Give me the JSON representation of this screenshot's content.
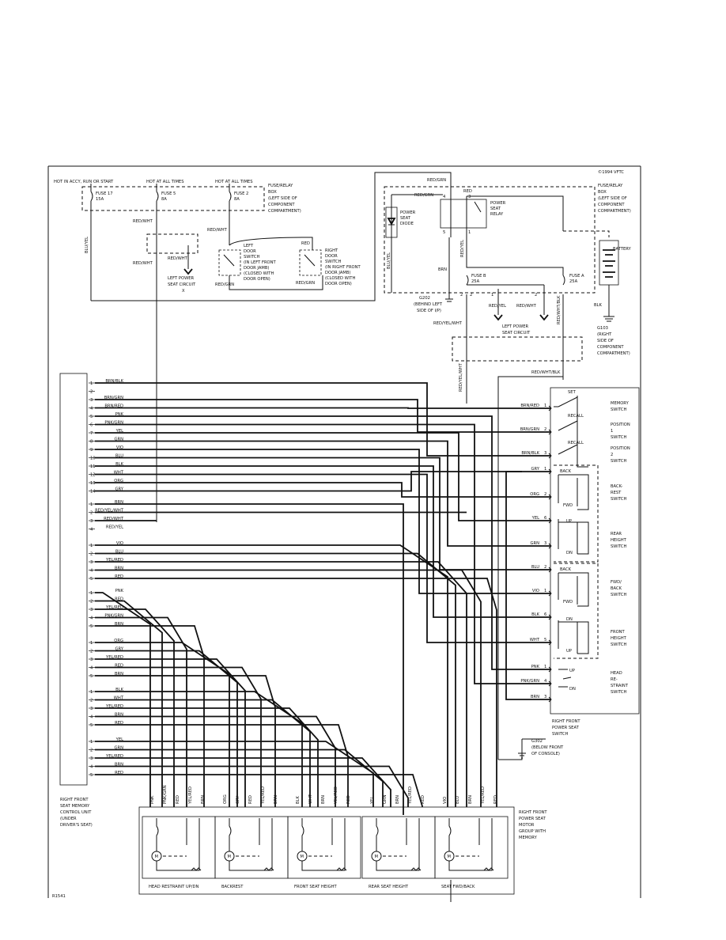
{
  "labels": {
    "hot_accy": "HOT IN ACCY, RUN OR START",
    "hot_all_1": "HOT AT ALL TIMES",
    "hot_all_2": "HOT AT ALL TIMES",
    "copyright": "©1994 VFTC",
    "fuse17": "FUSE 17",
    "fuse17_rating": "15A",
    "fuse5": "FUSE 5",
    "fuse5_rating": "8A",
    "fuse2": "FUSE 2",
    "fuse2_rating": "8A",
    "fuse_relay_box_1": [
      "FUSE/RELAY",
      "BOX",
      "(LEFT SIDE OF",
      "COMPONENT",
      "COMPARTMENT)"
    ],
    "fuse_relay_box_2": [
      "FUSE/RELAY",
      "BOX",
      "(LEFT SIDE OF",
      "COMPONENT",
      "COMPARTMENT)"
    ],
    "left_door_switch": [
      "LEFT",
      "DOOR",
      "SWITCH",
      "(IN LEFT FRONT",
      "DOOR JAMB)",
      "(CLOSED WITH",
      "DOOR OPEN)"
    ],
    "right_door_switch": [
      "RIGHT",
      "DOOR",
      "SWITCH",
      "(IN RIGHT FRONT",
      "DOOR JAMB)",
      "(CLOSED WITH",
      "DOOR OPEN)"
    ],
    "left_power_seat_circuit_1": [
      "LEFT POWER",
      "SEAT CIRCUIT",
      "X"
    ],
    "left_power_seat_circuit_2": [
      "LEFT POWER",
      "SEAT CIRCUIT"
    ],
    "power_seat_diode": [
      "POWER",
      "SEAT",
      "DIODE"
    ],
    "power_seat_relay": [
      "POWER",
      "SEAT",
      "RELAY"
    ],
    "battery": "BATTERY",
    "fuse_b": "FUSE B",
    "fuse_b_rating": "25A",
    "fuse_a": "FUSE A",
    "fuse_a_rating": "25A",
    "g202_top": [
      "G202",
      "(BEHIND LEFT",
      "SIDE OF I/P)"
    ],
    "g103": [
      "G103",
      "(RIGHT",
      "SIDE OF",
      "COMPONENT",
      "COMPARTMENT)"
    ],
    "g302": [
      "G302",
      "(BELOW FRONT",
      "OF CONSOLE)"
    ],
    "control_unit": [
      "RIGHT FRONT",
      "SEAT MEMORY",
      "CONTROL UNIT",
      "(UNDER",
      "DRIVER'S SEAT)"
    ],
    "seat_switch": [
      "RIGHT FRONT",
      "POWER SEAT",
      "SWITCH"
    ],
    "motor_group": [
      "RIGHT FRONT",
      "POWER SEAT",
      "MOTOR",
      "GROUP WITH",
      "MEMORY"
    ],
    "memory_switch": [
      "MEMORY",
      "SWITCH"
    ],
    "position1_switch": [
      "POSITION",
      "1",
      "SWITCH"
    ],
    "position2_switch": [
      "POSITION",
      "2",
      "SWITCH"
    ],
    "backrest_switch": [
      "BACK-",
      "REST",
      "SWITCH"
    ],
    "rear_height_switch": [
      "REAR",
      "HEIGHT",
      "SWITCH"
    ],
    "fwd_back_switch": [
      "FWD/",
      "BACK",
      "SWITCH"
    ],
    "front_height_switch": [
      "FRONT",
      "HEIGHT",
      "SWITCH"
    ],
    "head_restraint_switch": [
      "HEAD",
      "RE-",
      "STRAINT",
      "SWITCH"
    ],
    "set": "SET",
    "recall": "RECALL",
    "back": "BACK",
    "fwd": "FWD",
    "up": "UP",
    "dn": "DN",
    "footnote": "R1541"
  },
  "wires_top": {
    "red_grn": "RED/GRN",
    "red_grn_2": "RED/GRN",
    "red_grn_3": "RED/GRN",
    "red_grn_4": "RED/GRN",
    "red": "RED",
    "red_2": "RED",
    "red_wht_1": "RED/WHT",
    "red_wht_2": "RED/WHT",
    "red_wht_3": "RED/WHT",
    "red_wht_4": "RED/WHT",
    "red_wht_5": "RED/WHT",
    "blu_yel_1": "BLU/YEL",
    "blu_yel_2": "BLU/YEL",
    "red_yel_1": "RED/YEL",
    "red_yel_2": "RED/YEL",
    "red_yel_wht": "RED/YEL/WHT",
    "red_yel_wht_2": "RED/YEL/WHT",
    "red_wht_blk": "RED/WHT/BLK",
    "red_wht_blk_2": "RED/WHT/BLK",
    "brn": "BRN",
    "blk": "BLK"
  },
  "connector_groups": [
    {
      "rows": [
        {
          "pin": "1",
          "color": "BRN/BLK"
        },
        {
          "pin": "2",
          "color": ""
        },
        {
          "pin": "3",
          "color": "BRN/GRN"
        },
        {
          "pin": "4",
          "color": "BRN/RED"
        },
        {
          "pin": "5",
          "color": "PNK"
        },
        {
          "pin": "6",
          "color": "PNK/GRN"
        },
        {
          "pin": "7",
          "color": "YEL"
        },
        {
          "pin": "8",
          "color": "GRN"
        },
        {
          "pin": "9",
          "color": "VIO"
        },
        {
          "pin": "10",
          "color": "BLU"
        },
        {
          "pin": "11",
          "color": "BLK"
        },
        {
          "pin": "12",
          "color": "WHT"
        },
        {
          "pin": "13",
          "color": "ORG"
        },
        {
          "pin": "14",
          "color": "GRY"
        }
      ]
    },
    {
      "rows": [
        {
          "pin": "1",
          "color": "BRN"
        },
        {
          "pin": "2",
          "color": "RED/YEL/WHT"
        },
        {
          "pin": "3",
          "color": "RED/WHT"
        },
        {
          "pin": "4",
          "color": "RED/YEL"
        }
      ]
    },
    {
      "rows": [
        {
          "pin": "1",
          "color": "VIO"
        },
        {
          "pin": "2",
          "color": "BLU"
        },
        {
          "pin": "3",
          "color": "YEL/RED"
        },
        {
          "pin": "4",
          "color": "BRN"
        },
        {
          "pin": "5",
          "color": "RED"
        }
      ]
    },
    {
      "rows": [
        {
          "pin": "1",
          "color": "PNK"
        },
        {
          "pin": "2",
          "color": "RED"
        },
        {
          "pin": "3",
          "color": "YEL/RED"
        },
        {
          "pin": "4",
          "color": "PNK/GRN"
        },
        {
          "pin": "5",
          "color": "BRN"
        }
      ]
    },
    {
      "rows": [
        {
          "pin": "1",
          "color": "ORG"
        },
        {
          "pin": "2",
          "color": "GRY"
        },
        {
          "pin": "3",
          "color": "YEL/RED"
        },
        {
          "pin": "4",
          "color": "RED"
        },
        {
          "pin": "5",
          "color": "BRN"
        }
      ]
    },
    {
      "rows": [
        {
          "pin": "1",
          "color": "BLK"
        },
        {
          "pin": "2",
          "color": "WHT"
        },
        {
          "pin": "3",
          "color": "YEL/RED"
        },
        {
          "pin": "4",
          "color": "BRN"
        },
        {
          "pin": "5",
          "color": "RED"
        }
      ]
    },
    {
      "rows": [
        {
          "pin": "1",
          "color": "YEL"
        },
        {
          "pin": "2",
          "color": "GRN"
        },
        {
          "pin": "3",
          "color": "YEL/RED"
        },
        {
          "pin": "4",
          "color": "BRN"
        },
        {
          "pin": "5",
          "color": "RED"
        }
      ]
    }
  ],
  "switch_pins": [
    {
      "color": "BRN/RED",
      "pin": "1"
    },
    {
      "color": "BRN/GRN",
      "pin": "2"
    },
    {
      "color": "BRN/BLK",
      "pin": "3"
    },
    {
      "color": "GRY",
      "pin": "1"
    },
    {
      "color": "ORG",
      "pin": "2"
    },
    {
      "color": "YEL",
      "pin": "6"
    },
    {
      "color": "GRN",
      "pin": "3"
    },
    {
      "color": "BLU",
      "pin": "2"
    },
    {
      "color": "VIO",
      "pin": "1"
    },
    {
      "color": "BLK",
      "pin": "6"
    },
    {
      "color": "WHT",
      "pin": "5"
    },
    {
      "color": "PNK",
      "pin": "1"
    },
    {
      "color": "PNK/GRN",
      "pin": "4"
    },
    {
      "color": "BRN",
      "pin": "3"
    }
  ],
  "motors": [
    {
      "label": "HEAD RESTRAINT UP/DN",
      "wires": [
        "PNK",
        "PNK/GRN",
        "RED",
        "YEL/RED",
        "BRN"
      ]
    },
    {
      "label": "BACKREST",
      "wires": [
        "ORG",
        "GRY",
        "RED",
        "YEL/RED",
        "BRN"
      ]
    },
    {
      "label": "FRONT SEAT HEIGHT",
      "wires": [
        "BLK",
        "WHT",
        "BRN",
        "YEL/RED",
        "RED"
      ]
    },
    {
      "label": "REAR SEAT HEIGHT",
      "wires": [
        "YEL",
        "GRN",
        "BRN",
        "YEL/RED",
        "RED"
      ]
    },
    {
      "label": "SEAT FWD/BACK",
      "wires": [
        "VIO",
        "BLU",
        "BRN",
        "YEL/RED",
        "RED"
      ]
    }
  ],
  "relay_pins": [
    "4",
    "3",
    "5",
    "1"
  ],
  "fuse_pins": [
    "2",
    "2",
    "1",
    "2"
  ]
}
